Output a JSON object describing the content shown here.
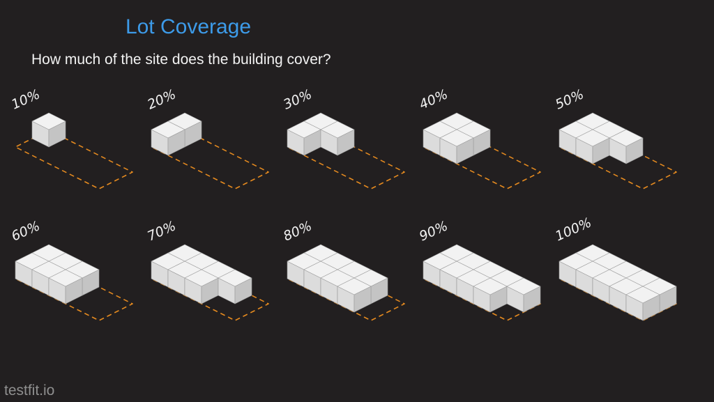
{
  "header": {
    "title": "Lot Coverage",
    "subtitle": "How much of the site does the building cover?"
  },
  "footer": {
    "brand": "testfit.io"
  },
  "colors": {
    "background": "#221f20",
    "title": "#3d9be9",
    "lot_outline": "#e58a1f",
    "cube_top": "#f2f2f2",
    "cube_left": "#dcdcdc",
    "cube_right": "#c4c4c4"
  },
  "lot_grid": {
    "columns": 5,
    "rows": 2
  },
  "panels": [
    {
      "label": "10%",
      "coverage": 0.1
    },
    {
      "label": "20%",
      "coverage": 0.2
    },
    {
      "label": "30%",
      "coverage": 0.3
    },
    {
      "label": "40%",
      "coverage": 0.4
    },
    {
      "label": "50%",
      "coverage": 0.5
    },
    {
      "label": "60%",
      "coverage": 0.6
    },
    {
      "label": "70%",
      "coverage": 0.7
    },
    {
      "label": "80%",
      "coverage": 0.8
    },
    {
      "label": "90%",
      "coverage": 0.9
    },
    {
      "label": "100%",
      "coverage": 1.0
    }
  ]
}
